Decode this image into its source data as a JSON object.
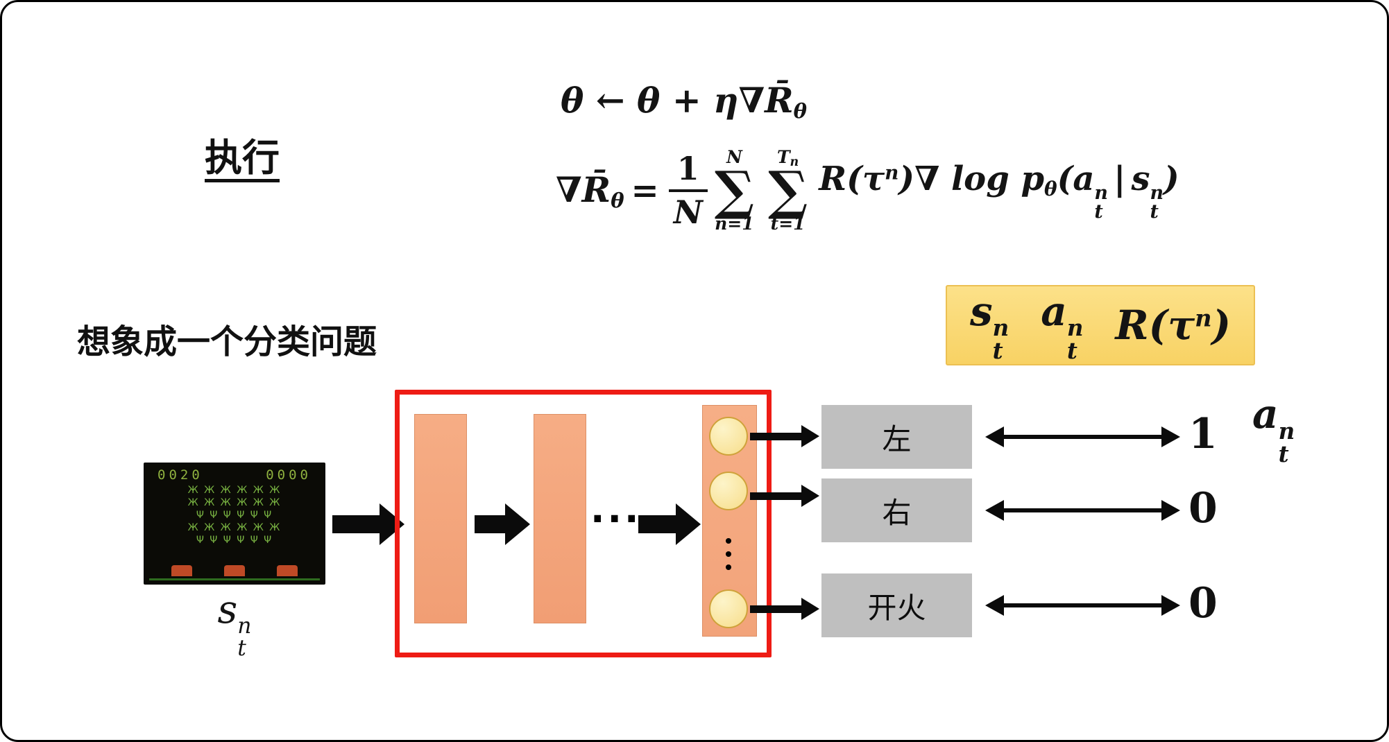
{
  "slide": {
    "title": "执行",
    "note": "想象成一个分类问题"
  },
  "formula_update": {
    "main": "θ ← θ + η∇R̄",
    "sub": "θ"
  },
  "formula_gradient": {
    "lhs": "∇R̄",
    "lhs_sub": "θ",
    "eq": "=",
    "frac": {
      "num": "1",
      "den": "N"
    },
    "sum_n": {
      "top": "N",
      "sym": "∑",
      "bottom": "n=1"
    },
    "sum_t": {
      "top": "T",
      "top_sub": "n",
      "sym": "∑",
      "bottom": "t=1"
    },
    "body": {
      "r_tau": "R(τ",
      "tau_sup": "n",
      "mid": ")∇ log p",
      "p_sub": "θ",
      "open": "(",
      "a_base": "a",
      "a_sup": "n",
      "a_sub": "t",
      "bar": "|",
      "s_base": "s",
      "s_sup": "n",
      "s_sub": "t",
      "close": ")"
    }
  },
  "highlight": {
    "s": {
      "base": "s",
      "sup": "n",
      "sub": "t"
    },
    "a": {
      "base": "a",
      "sup": "n",
      "sub": "t"
    },
    "r": {
      "pre": "R(τ",
      "sup": "n",
      "post": ")"
    }
  },
  "game": {
    "score_left": "0020",
    "score_right": "0000",
    "alien_rows": [
      "Ж Ж Ж Ж Ж Ж",
      "Ж Ж Ж Ж Ж Ж",
      "Ψ Ψ Ψ Ψ Ψ Ψ",
      "Ж Ж Ж Ж Ж Ж",
      "Ψ Ψ Ψ Ψ Ψ Ψ"
    ]
  },
  "state_label": {
    "base": "s",
    "sup": "n",
    "sub": "t"
  },
  "network": {
    "h_dots": "···"
  },
  "outputs": [
    {
      "label": "左",
      "value": "1"
    },
    {
      "label": "右",
      "value": "0"
    },
    {
      "label": "开火",
      "value": "0"
    }
  ],
  "action_label": {
    "base": "a",
    "sup": "n",
    "sub": "t"
  }
}
